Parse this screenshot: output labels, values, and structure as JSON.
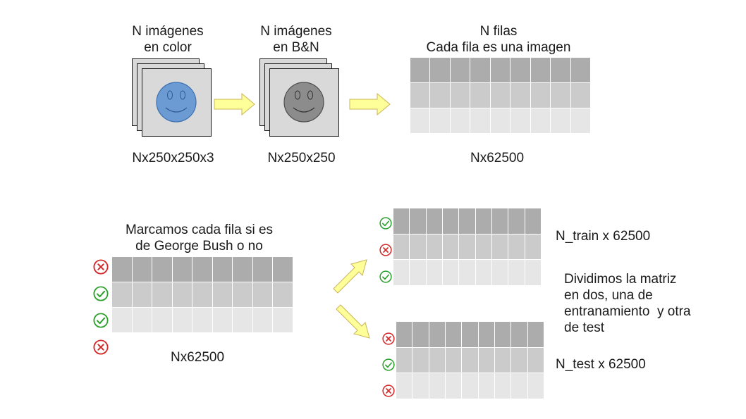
{
  "stage1": {
    "line1": "N imágenes",
    "line2": "en color",
    "dims": "Nx250x250x3",
    "face_color": "#6b9bd2",
    "face_stroke": "#3a6fb0"
  },
  "stage2": {
    "line1": "N imágenes",
    "line2": "en B&N",
    "dims": "Nx250x250",
    "face_color": "#8c8c8c",
    "face_stroke": "#4d4d4d"
  },
  "stage3": {
    "line1": "N filas",
    "line2": "Cada fila es una imagen",
    "dims": "Nx62500"
  },
  "labeling": {
    "line1": "Marcamos cada fila si es",
    "line2": "de George Bush o no",
    "dims": "Nx62500",
    "marks": [
      "cross-icon",
      "check-icon",
      "check-icon",
      "cross-icon"
    ]
  },
  "train": {
    "dims": "N_train x 62500",
    "marks": [
      "check-icon",
      "cross-icon",
      "check-icon"
    ]
  },
  "test": {
    "dims": "N_test x 62500",
    "marks": [
      "cross-icon",
      "check-icon",
      "cross-icon"
    ]
  },
  "split_note": {
    "line1": "Dividimos la matriz",
    "line2": "en dos, una de",
    "line3": "entranamiento  y otra",
    "line4": "de test"
  },
  "colors": {
    "arrow_fill": "#ffff99",
    "arrow_stroke": "#c9b458",
    "check": "#2ca02c",
    "cross": "#d62728"
  }
}
